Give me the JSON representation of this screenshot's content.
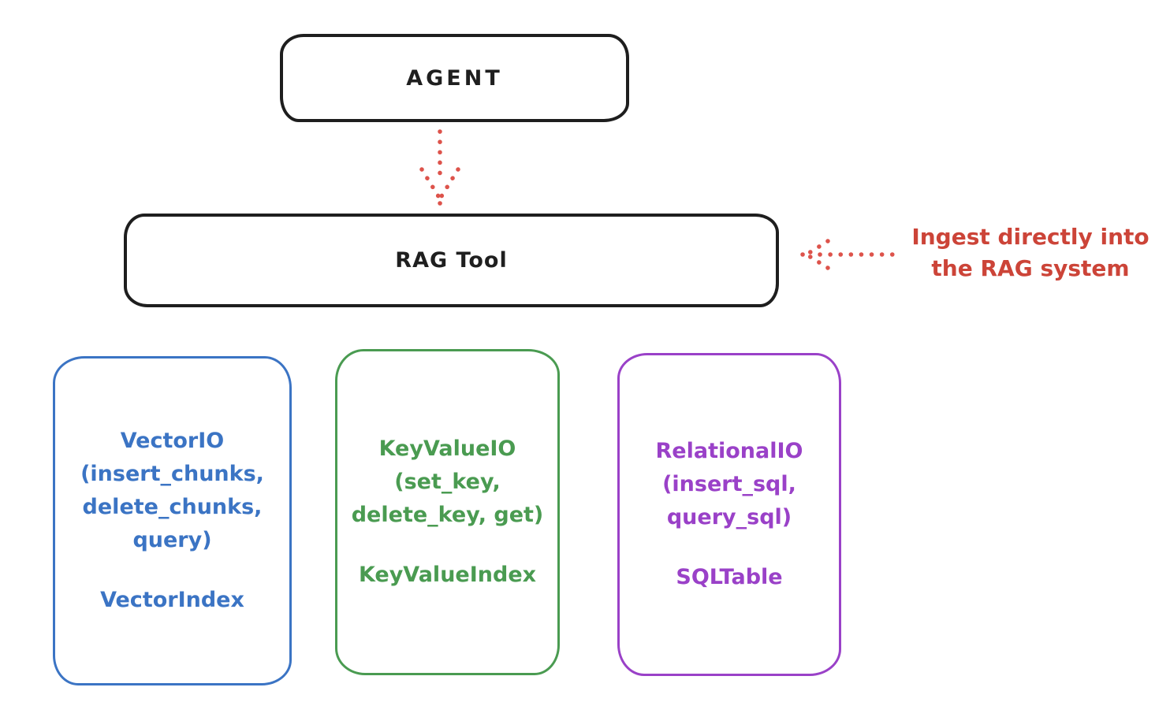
{
  "diagram": {
    "agent": {
      "label": "AGENT"
    },
    "rag_tool": {
      "label": "RAG Tool"
    },
    "annotation": {
      "line1": "Ingest directly into",
      "line2": "the RAG system"
    },
    "backends": [
      {
        "name": "vector-io",
        "lines": [
          "VectorIO",
          "(insert_chunks,",
          "delete_chunks,",
          "query)"
        ],
        "index_label": "VectorIndex",
        "color": "#3b74c4"
      },
      {
        "name": "keyvalue-io",
        "lines": [
          "KeyValueIO",
          "(set_key,",
          "delete_key, get)"
        ],
        "index_label": "KeyValueIndex",
        "color": "#4a9b51"
      },
      {
        "name": "relational-io",
        "lines": [
          "RelationalIO",
          "(insert_sql,",
          "query_sql)"
        ],
        "index_label": "SQLTable",
        "color": "#9a41c8"
      }
    ],
    "colors": {
      "stroke_black": "#1e1e1e",
      "annotation_red": "#cc4438",
      "arrow_red": "#dd534b",
      "background": "#ffffff"
    }
  }
}
